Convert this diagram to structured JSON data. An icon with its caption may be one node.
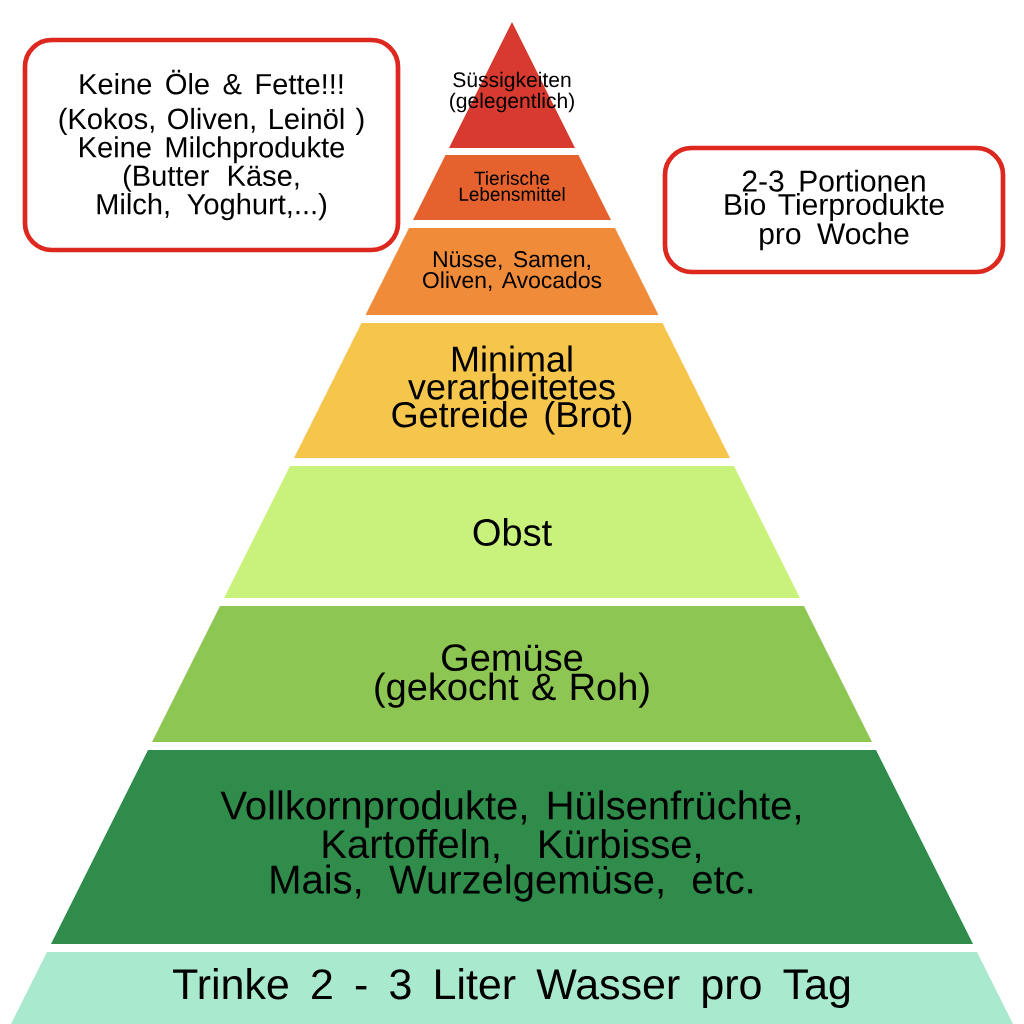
{
  "diagram": {
    "nodes": [
      {
        "text": [
          "Keine Öle & Fette!!! (Kokos, Oliven, Leinöl )",
          "Keine Milchprodukte (Butter Käse, Milch, Yoghurt,...)"
        ]
      },
      {
        "text": [
          "Süssigkeiten (gelegentlich)"
        ]
      },
      {
        "text": [
          "Tierische Lebensmittel"
        ]
      },
      {
        "text": [
          "Nüsse, Samen, Oliven, Avocados"
        ]
      },
      {
        "text": [
          "2-3 Portionen Bio Tierprodukte pro Woche"
        ]
      },
      {
        "text": [
          "Minimal verarbeitetes Getreide (Brot)"
        ]
      },
      {
        "text": [
          "Obst"
        ]
      },
      {
        "text": [
          "Gemüse (gekocht & Roh)"
        ]
      },
      {
        "text": [
          "Vollkornprodukte, Hülsenfrüchte, Kartoffeln, Kürbisse, Mais, Wurzelgemüse, etc."
        ]
      },
      {
        "text": [
          "Trinke 2 - 3 Liter Wasser pro Tag"
        ]
      }
    ]
  }
}
